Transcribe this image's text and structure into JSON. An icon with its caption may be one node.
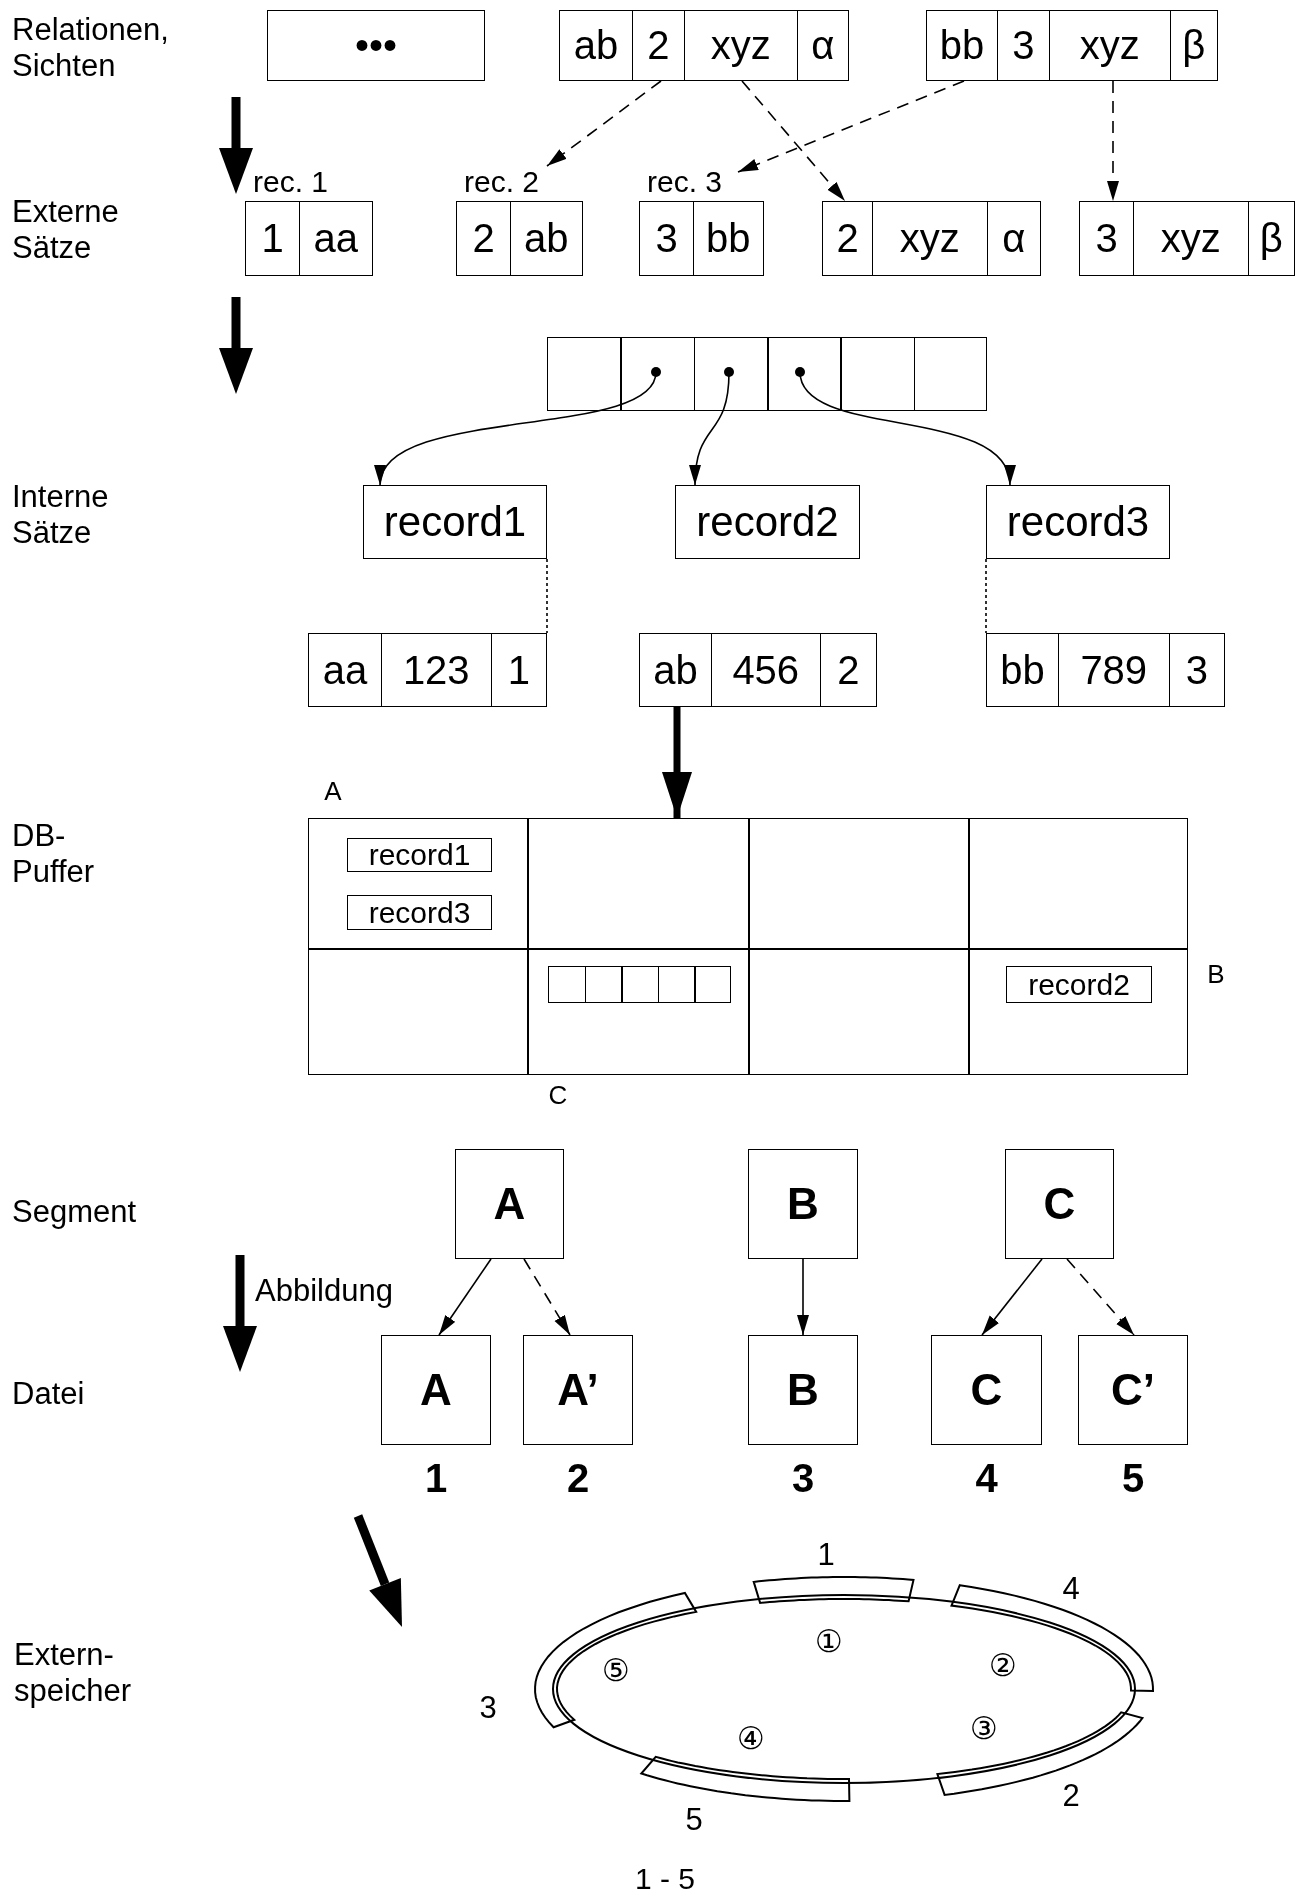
{
  "diagram": {
    "caption": "1 - 5",
    "nodes": [
      {
        "text": [
          "•••"
        ]
      },
      {
        "text": [
          "ab",
          "2",
          "xyz",
          "α"
        ]
      },
      {
        "text": [
          "bb",
          "3",
          "xyz",
          "β"
        ]
      },
      {
        "text": [
          "1",
          "aa"
        ],
        "beside": [
          "rec. 1"
        ]
      },
      {
        "text": [
          "2",
          "ab"
        ],
        "beside": [
          "rec. 2"
        ]
      },
      {
        "text": [
          "3",
          "bb"
        ],
        "beside": [
          "rec. 3"
        ]
      },
      {
        "text": [
          "2",
          "xyz",
          "α"
        ]
      },
      {
        "text": [
          "3",
          "xyz",
          "β"
        ]
      },
      {
        "text": [],
        "shape": "box"
      },
      {
        "text": [
          "record1"
        ]
      },
      {
        "text": [
          "record2"
        ]
      },
      {
        "text": [
          "record3"
        ]
      },
      {
        "text": [
          "aa",
          "123",
          "1"
        ]
      },
      {
        "text": [
          "ab",
          "456",
          "2"
        ]
      },
      {
        "text": [
          "bb",
          "789",
          "3"
        ]
      },
      {
        "text": [],
        "shape": "box"
      },
      {
        "text": [
          "record1"
        ],
        "in": 15
      },
      {
        "text": [
          "record3"
        ],
        "in": 15
      },
      {
        "text": [],
        "shape": "box",
        "in": 15
      },
      {
        "text": [
          "record2"
        ],
        "in": 15
      },
      {
        "text": [
          "A"
        ]
      },
      {
        "text": [
          "B"
        ]
      },
      {
        "text": [
          "C"
        ]
      },
      {
        "text": [
          "A"
        ],
        "beside": [
          "1"
        ]
      },
      {
        "text": [
          "A’"
        ],
        "beside": [
          "2"
        ]
      },
      {
        "text": [
          "B"
        ],
        "beside": [
          "3"
        ]
      },
      {
        "text": [
          "C"
        ],
        "beside": [
          "4"
        ]
      },
      {
        "text": [
          "C’"
        ],
        "beside": [
          "5"
        ]
      }
    ],
    "edges": [
      {
        "from": 1,
        "to": 4,
        "arrow": "to",
        "style": "dashed"
      },
      {
        "from": 1,
        "to": 6,
        "arrow": "to",
        "style": "dashed"
      },
      {
        "from": 2,
        "to": 5,
        "arrow": "to",
        "style": "dashed"
      },
      {
        "from": 2,
        "to": 7,
        "arrow": "to",
        "style": "dashed"
      },
      {
        "from": 8,
        "to": 9,
        "arrow": "to"
      },
      {
        "from": 8,
        "to": 10,
        "arrow": "to"
      },
      {
        "from": 8,
        "to": 11,
        "arrow": "to"
      },
      {
        "from": 9,
        "to": 12,
        "arrow": "none",
        "style": "dashed"
      },
      {
        "from": 11,
        "to": 14,
        "arrow": "none",
        "style": "dashed"
      },
      {
        "from": 13,
        "to": 15,
        "arrow": "to",
        "style": "thick"
      },
      {
        "from": 20,
        "to": 23,
        "arrow": "to"
      },
      {
        "from": 20,
        "to": 24,
        "arrow": "to",
        "style": "dashed"
      },
      {
        "from": 21,
        "to": 25,
        "arrow": "to"
      },
      {
        "from": 22,
        "to": 26,
        "arrow": "to"
      },
      {
        "from": 22,
        "to": 27,
        "arrow": "to",
        "style": "dashed"
      }
    ],
    "labels": [
      "Relationen, Sichten",
      "Externe Sätze",
      "Interne Sätze",
      "A",
      "DB- Puffer",
      "B",
      "C",
      "Segment",
      "Abbildung",
      "Datei",
      "1",
      "4",
      "Extern- speicher",
      "①",
      "②",
      "⑤",
      "3",
      "③",
      "④",
      "2",
      "5"
    ]
  }
}
